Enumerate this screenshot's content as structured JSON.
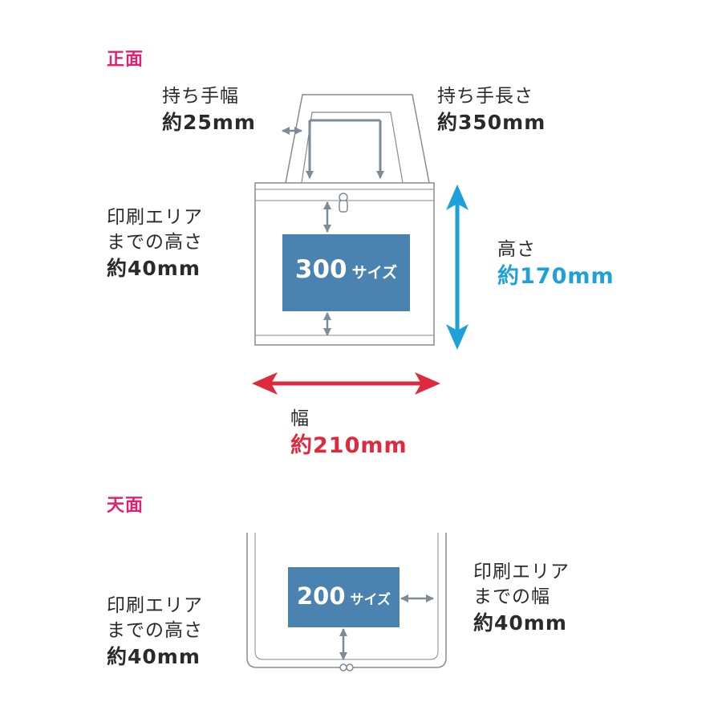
{
  "colors": {
    "heading": "#e6206e",
    "height_accent": "#1ea0d8",
    "width_accent": "#e0293c",
    "print_area": "#4a82b0",
    "arrow_gray": "#7d8b96",
    "outline": "#8a8a8a"
  },
  "front": {
    "heading": "正面",
    "handle_width": {
      "label": "持ち手幅",
      "value": "約25mm"
    },
    "handle_length": {
      "label": "持ち手長さ",
      "value": "約350mm"
    },
    "print_height": {
      "line1": "印刷エリア",
      "line2": "までの高さ",
      "value": "約40mm"
    },
    "height": {
      "label": "高さ",
      "value": "約170mm"
    },
    "width": {
      "label": "幅",
      "value": "約210mm"
    },
    "print_box": {
      "number": "300",
      "suffix": "サイズ"
    }
  },
  "top": {
    "heading": "天面",
    "print_height": {
      "line1": "印刷エリア",
      "line2": "までの高さ",
      "value": "約40mm"
    },
    "print_width": {
      "line1": "印刷エリア",
      "line2": "までの幅",
      "value": "約40mm"
    },
    "print_box": {
      "number": "200",
      "suffix": "サイズ"
    }
  }
}
